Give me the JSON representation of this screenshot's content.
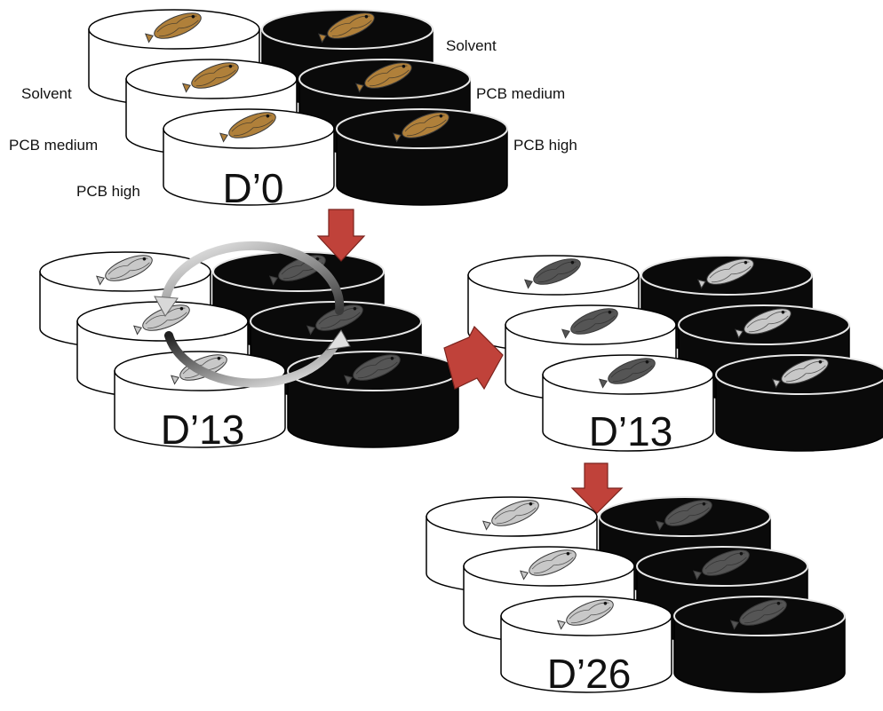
{
  "labels": {
    "left_top": "Solvent",
    "left_mid": "PCB medium",
    "left_bot": "PCB high",
    "right_top": "Solvent",
    "right_mid": "PCB medium",
    "right_bot": "PCB high"
  },
  "days": {
    "d0": "D’0",
    "d13a": "D’13",
    "d13b": "D’13",
    "d26": "D’26"
  },
  "colors": {
    "tank_white": "#ffffff",
    "tank_black": "#0a0a0a",
    "arrow_red": "#c0423a",
    "fish_pale": "#c8c8c8",
    "fish_dark": "#555555",
    "fish_brown": "#b0803a"
  }
}
